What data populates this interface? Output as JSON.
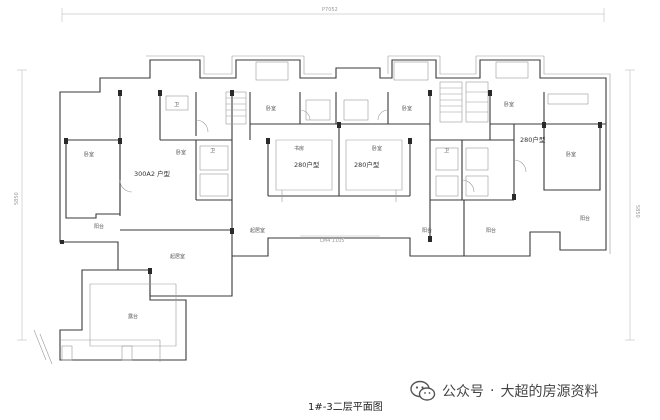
{
  "caption": "1#-3二层平面图",
  "watermark": {
    "account_label": "公众号",
    "separator": "·",
    "account_name": "大超的房源资料",
    "icon": "wechat-icon"
  },
  "dimensions": {
    "top": "P7052",
    "left": "5850",
    "right": "5850",
    "corridor": "LM4 1105"
  },
  "units": {
    "unit_a": "300A2 户型",
    "unit_b1": "280户型",
    "unit_b2": "280户型",
    "unit_c": "280户型"
  },
  "room_labels": [
    "卧室",
    "卫",
    "卧室",
    "卧室",
    "书房",
    "卧室",
    "起居室",
    "起居室",
    "阳台",
    "阳台",
    "阳台",
    "阳台",
    "露台",
    "卫",
    "卫",
    "卧室",
    "卧室",
    "卧室"
  ]
}
